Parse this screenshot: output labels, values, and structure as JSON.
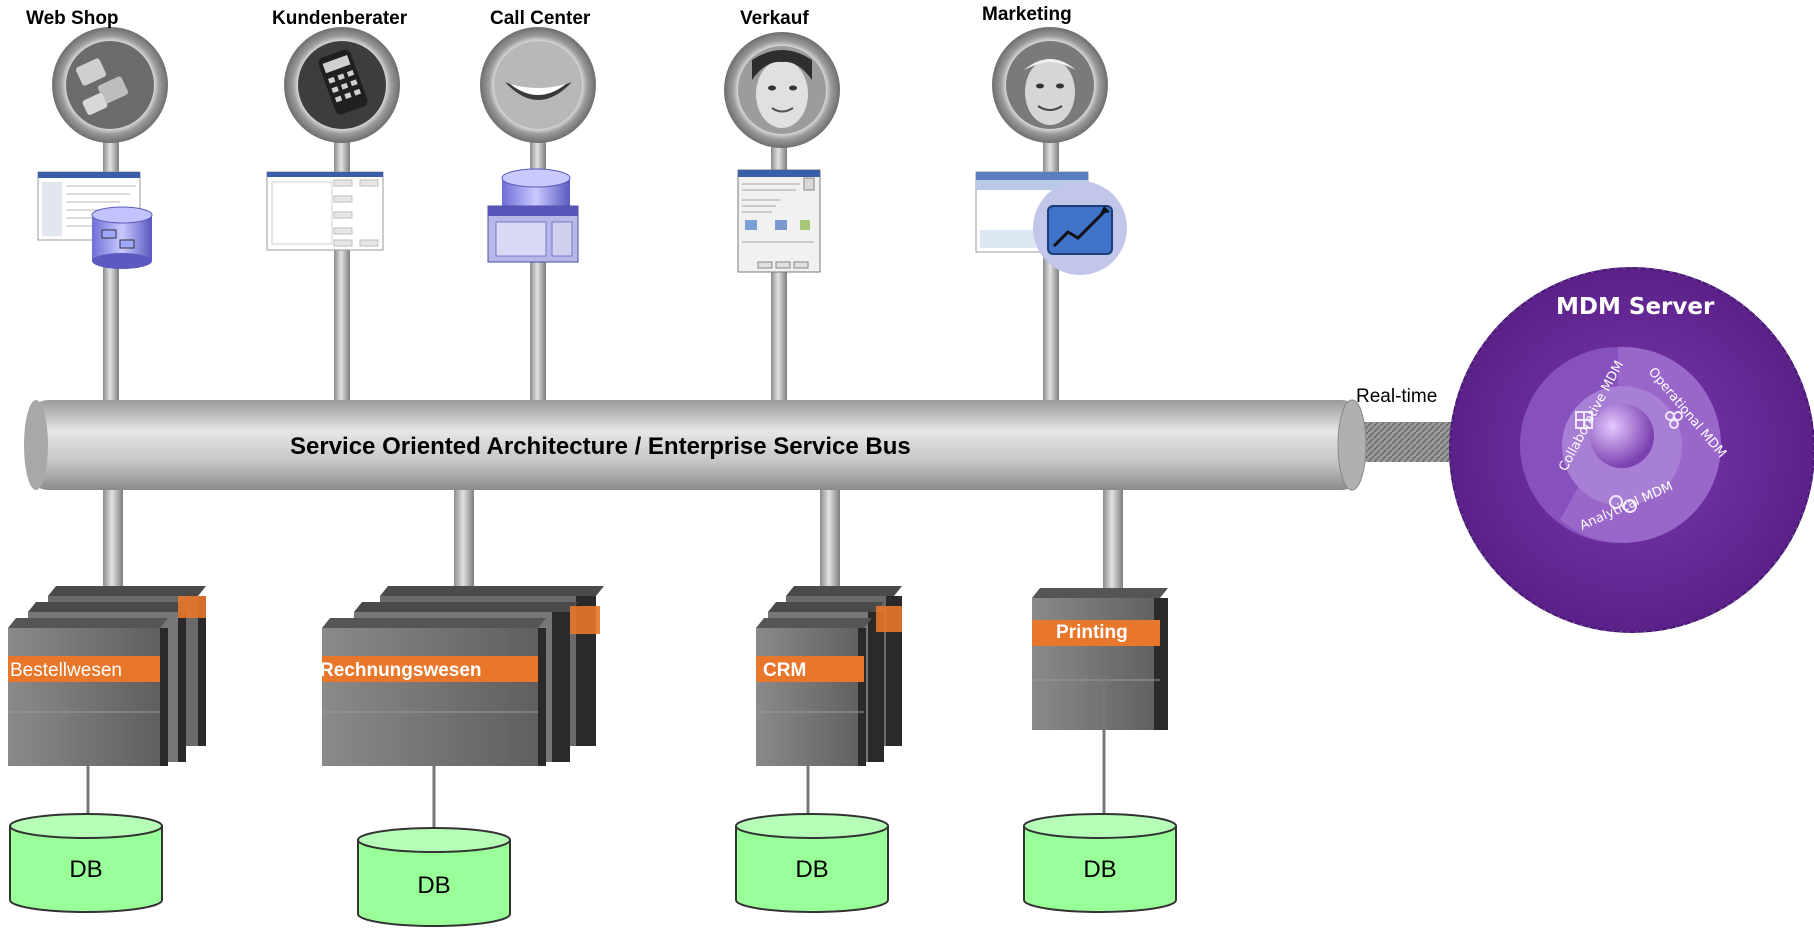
{
  "channels": [
    {
      "label": "Web Shop"
    },
    {
      "label": "Kundenberater"
    },
    {
      "label": "Call Center"
    },
    {
      "label": "Verkauf"
    },
    {
      "label": "Marketing"
    }
  ],
  "bus": {
    "label": "Service Oriented Architecture / Enterprise Service Bus"
  },
  "connector": {
    "label": "Real-time"
  },
  "mdm": {
    "title": "MDM Server",
    "segments": [
      "Collaborative MDM",
      "Operational MDM",
      "Analytical MDM"
    ]
  },
  "systems": [
    {
      "label": "Bestellwesen"
    },
    {
      "label": "Rechnungswesen"
    },
    {
      "label": "CRM"
    },
    {
      "label": "Printing"
    }
  ],
  "databases": [
    {
      "label": "DB"
    },
    {
      "label": "DB"
    },
    {
      "label": "DB"
    },
    {
      "label": "DB"
    }
  ],
  "colors": {
    "pipe": "#b9b9b9",
    "bus": "#c8c8c8",
    "server": "#707070",
    "system_band": "#e8762b",
    "db": "#99ff99",
    "mdm": "#6a2c9e"
  }
}
